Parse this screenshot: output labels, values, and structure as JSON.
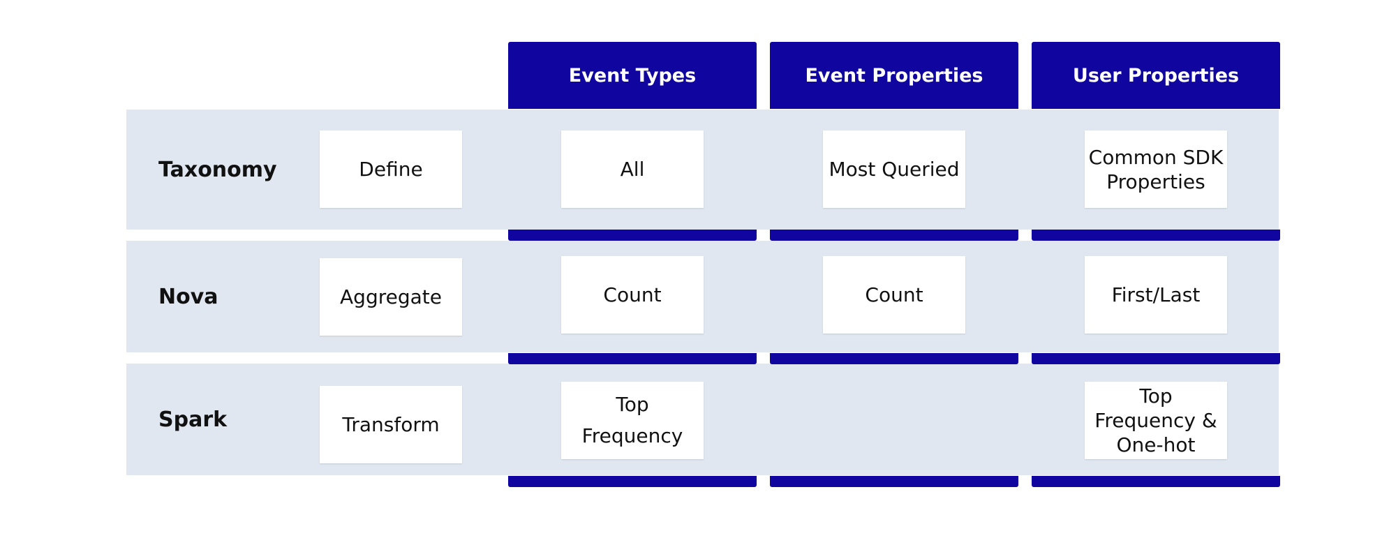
{
  "colors": {
    "accent": "#10069f",
    "band": "#e1e7f0"
  },
  "columns": [
    "Event Types",
    "Event Properties",
    "User Properties"
  ],
  "rows": [
    {
      "label": "Taxonomy",
      "action": "Define",
      "cells": [
        "All",
        "Most Queried",
        "Common SDK\nProperties"
      ]
    },
    {
      "label": "Nova",
      "action": "Aggregate",
      "cells": [
        "Count",
        "Count",
        "First/Last"
      ]
    },
    {
      "label": "Spark",
      "action": "Transform",
      "cells": [
        "Top\nFrequency",
        "",
        "Top\nFrequency &\nOne-hot"
      ]
    }
  ]
}
